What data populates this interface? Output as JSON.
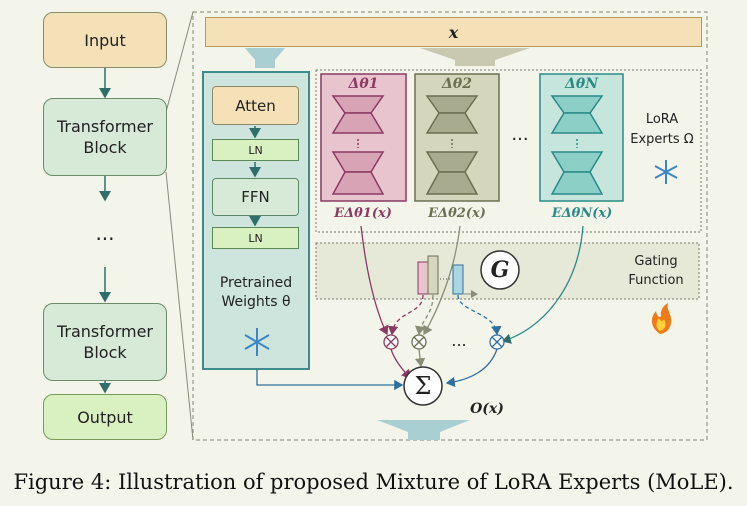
{
  "left_column": {
    "input": "Input",
    "block1": "Transformer Block",
    "dots": "...",
    "block2": "Transformer Block",
    "output": "Output"
  },
  "top_bar": {
    "label": "x"
  },
  "pretrained": {
    "atten": "Atten",
    "ln1": "LN",
    "ffn": "FFN",
    "ln2": "LN",
    "label": "Pretrained Weights θ"
  },
  "experts": [
    {
      "title": "Δθ1",
      "output": "EΔθ1(x)",
      "color": "#8b3a62",
      "fill": "#e8c4cf"
    },
    {
      "title": "Δθ2",
      "output": "EΔθ2(x)",
      "color": "#6b7052",
      "fill": "#d4d6bd"
    },
    {
      "title": "ΔθN",
      "output": "EΔθN(x)",
      "color": "#2a8a86",
      "fill": "#c6e6dd"
    }
  ],
  "experts_dots": "...",
  "lora_label": "LoRA Experts Ω",
  "gating": {
    "symbol": "G",
    "label": "Gating Function"
  },
  "sum_symbol": "Σ",
  "output_label": "O(x)",
  "mult_dots": "...",
  "caption": "Figure 4: Illustration of proposed Mixture of LoRA Experts (MoLE).",
  "colors": {
    "beige_fill": "#f5e1b8",
    "green_fill": "#d6ead7",
    "lime_fill": "#d9f0c0",
    "teal_panel": "#cde5dc",
    "blue_arrow": "#a9cfd3"
  }
}
